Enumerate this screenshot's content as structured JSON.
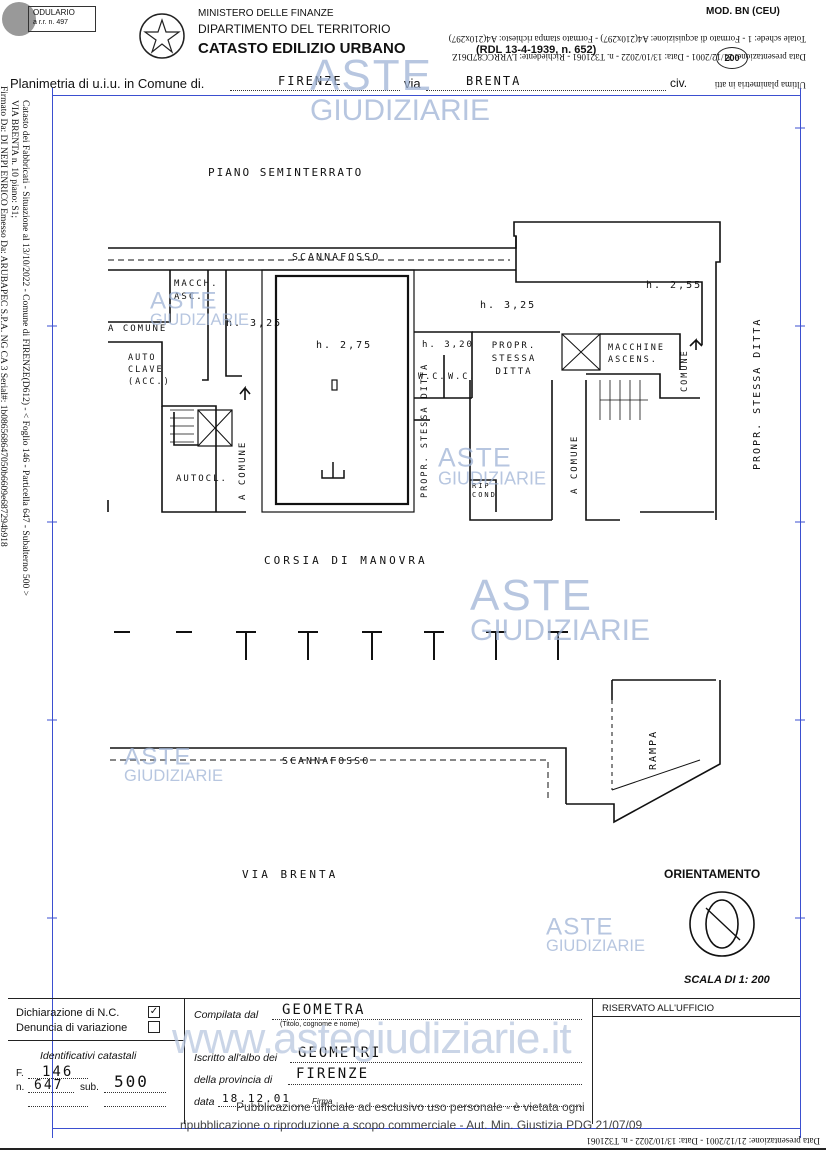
{
  "header": {
    "modulario": "ODULARIO",
    "modulario_sub": "a r.r. n. 497",
    "ministry": "MINISTERO DELLE FINANZE",
    "department": "DIPARTIMENTO DEL TERRITORIO",
    "catasto": "CATASTO EDILIZIO URBANO",
    "rdl": "(RDL 13-4-1939, n. 652)",
    "mod": "MOD. BN (CEU)",
    "mod_number": "200",
    "planimetria": "Planimetria di u.i.u. in Comune di.",
    "comune": "FIRENZE",
    "via_label": "via",
    "via": "BRENTA",
    "civ": "civ."
  },
  "side_text": {
    "top_right_1": "Data presentazione: 21/12/2001 - Data: 13/10/2022 - n. T321061 - Richiedente: LVRRCC87D61Z",
    "top_right_2": "Totale schede: 1 - Formato di acquisizione: A4(210x297) - Formato stampa richiesto: A4(210x297)",
    "top_right_3": "Ultima planimetria in atti",
    "left_1": "Catasto dei Fabbricati - Situazione al 13/10/2022 - Comune di FIRENZE(D612) - < Foglio 146 - Particella 647 - Subalterno 500 >",
    "left_2": "VIA BRENTA n. 10 piano: S1;",
    "left_3": "Firmato Da: DI NEPI ENRICO Emesso Da: ARUBAPEC S.P.A. NG CA 3 Serial#: 1b086568647050b6609e687294b918",
    "bottom_right": "Data presentazione: 21/12/2001 - Data: 13/10/2022 - n. T321061 - Richiedente: LVRRCC87D61Z"
  },
  "plan": {
    "title": "PIANO SEMINTERRATO",
    "scannafosso_top": "SCANNAFOSSO",
    "scannafosso_bottom": "SCANNAFOSSO",
    "macch_asc": "MACCH. ASC.",
    "a_comune_1": "A COMUNE",
    "h325_left": "h. 3,25",
    "autoclave": "AUTO CLAVE (ACC.)",
    "autocl": "AUTOCL.",
    "a_comune_vert": "A COMUNE",
    "h275": "h. 2,75",
    "h320": "h. 3,20",
    "wc1": "W.C.",
    "wc2": "W.C.",
    "propr_vert": "PROPR. STESSA DITTA",
    "rip_cond": "RIP COND",
    "h325_mid": "h. 3,25",
    "propr_stessa": "PROPR. STESSA DITTA",
    "a_comune_mid": "A COMUNE",
    "h255": "h. 2,55",
    "macchine_ascens": "MACCHINE ASCENS.",
    "comune_right": "COMUNE",
    "propr_right": "PROPR. STESSA DITTA",
    "corsia": "CORSIA DI MANOVRA",
    "rampa": "RAMPA",
    "via_brenta": "VIA BRENTA",
    "orientamento": "ORIENTAMENTO",
    "scala": "SCALA DI 1: 200"
  },
  "watermark": {
    "aste": "ASTE",
    "giudiziarie": "GIUDIZIARIE",
    "site": "www.astegiudiziarie.it"
  },
  "footer": {
    "dichiarazione": "Dichiarazione di N.C.",
    "denuncia": "Denuncia di variazione",
    "identificativi": "Identificativi catastali",
    "f_label": "F.",
    "f_value": "146",
    "n_label": "n.",
    "n_value": "647",
    "sub_label": "sub.",
    "sub_value": "500",
    "compilata": "Compilata dal",
    "compilata_value": "GEOMETRA",
    "titolo": "(Titolo, cognome e nome)",
    "iscritto": "Iscritto all'albo dei",
    "iscritto_value": "GEOMETRI",
    "provincia": "della provincia di",
    "provincia_value": "FIRENZE",
    "data_label": "data",
    "data_value": "18.12.01",
    "firma": "Firma",
    "riservato": "RISERVATO ALL'UFFICIO",
    "pubblicazione_1": "Pubblicazione ufficiale ad esclusivo uso personale - è vietata ogni",
    "pubblicazione_2": "ripubblicazione o riproduzione a scopo commerciale - Aut. Min. Giustizia PDG 21/07/09"
  }
}
